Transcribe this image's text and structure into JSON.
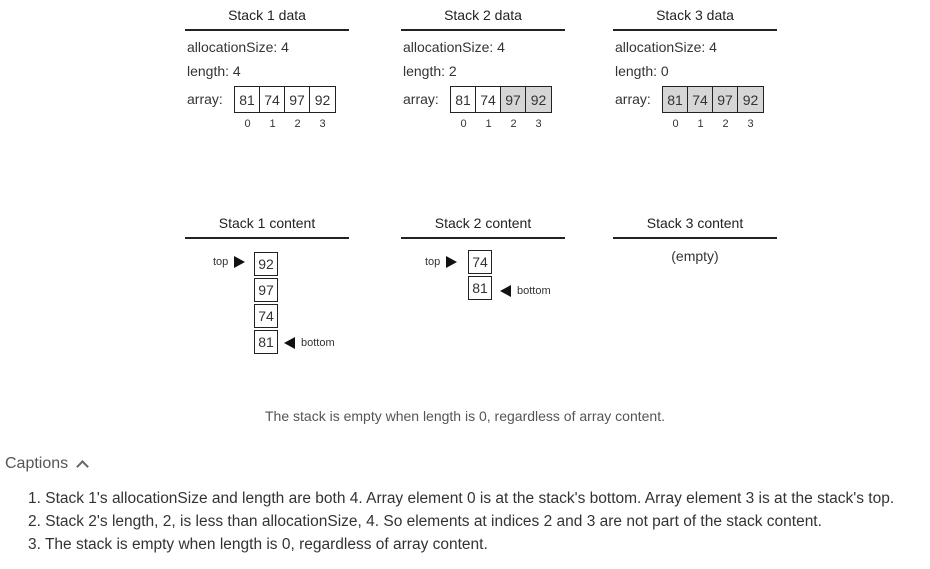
{
  "stacks": [
    {
      "title": "Stack 1 data",
      "alloc_label": "allocationSize: 4",
      "length_label": "length: 4",
      "array_label": "array:",
      "array": [
        {
          "v": "81",
          "grey": false
        },
        {
          "v": "74",
          "grey": false
        },
        {
          "v": "97",
          "grey": false
        },
        {
          "v": "92",
          "grey": false
        }
      ],
      "content_title": "Stack 1 content"
    },
    {
      "title": "Stack 2 data",
      "alloc_label": "allocationSize: 4",
      "length_label": "length: 2",
      "array_label": "array:",
      "array": [
        {
          "v": "81",
          "grey": false
        },
        {
          "v": "74",
          "grey": false
        },
        {
          "v": "97",
          "grey": true
        },
        {
          "v": "92",
          "grey": true
        }
      ],
      "content_title": "Stack 2 content"
    },
    {
      "title": "Stack 3 data",
      "alloc_label": "allocationSize: 4",
      "length_label": "length: 0",
      "array_label": "array:",
      "array": [
        {
          "v": "81",
          "grey": true
        },
        {
          "v": "74",
          "grey": true
        },
        {
          "v": "97",
          "grey": true
        },
        {
          "v": "92",
          "grey": true
        }
      ],
      "content_title": "Stack 3 content",
      "empty_label": "(empty)"
    }
  ],
  "indices": [
    "0",
    "1",
    "2",
    "3"
  ],
  "stack1_items": [
    "92",
    "97",
    "74",
    "81"
  ],
  "stack2_items": [
    "74",
    "81"
  ],
  "top_label": "top",
  "bottom_label": "bottom",
  "note": "The stack is empty when length is 0, regardless of array content.",
  "captions": {
    "heading": "Captions",
    "items": [
      "1. Stack 1's allocationSize and length are both 4. Array element 0 is at the stack's bottom. Array element 3 is at the stack's top.",
      "2. Stack 2's length, 2, is less than allocationSize, 4. So elements at indices 2 and 3 are not part of the stack content.",
      "3. The stack is empty when length is 0, regardless of array content."
    ]
  },
  "colors": {
    "grey_cell": "#d6d6d6",
    "line": "#222222"
  }
}
